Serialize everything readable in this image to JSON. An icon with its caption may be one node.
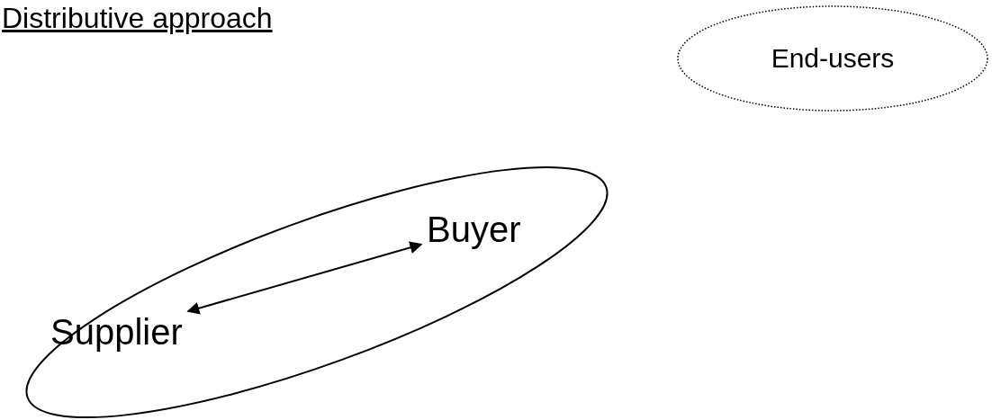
{
  "diagram": {
    "title": "Distributive approach",
    "nodes": [
      {
        "text": [
          "End-users"
        ]
      },
      {
        "text": [],
        "shape": "ellipse"
      },
      {
        "text": [
          "Buyer"
        ],
        "in": 1
      },
      {
        "text": [
          "Supplier"
        ],
        "in": 1
      }
    ],
    "edges": [
      {
        "from": 3,
        "to": 2,
        "arrow": "both"
      }
    ]
  }
}
